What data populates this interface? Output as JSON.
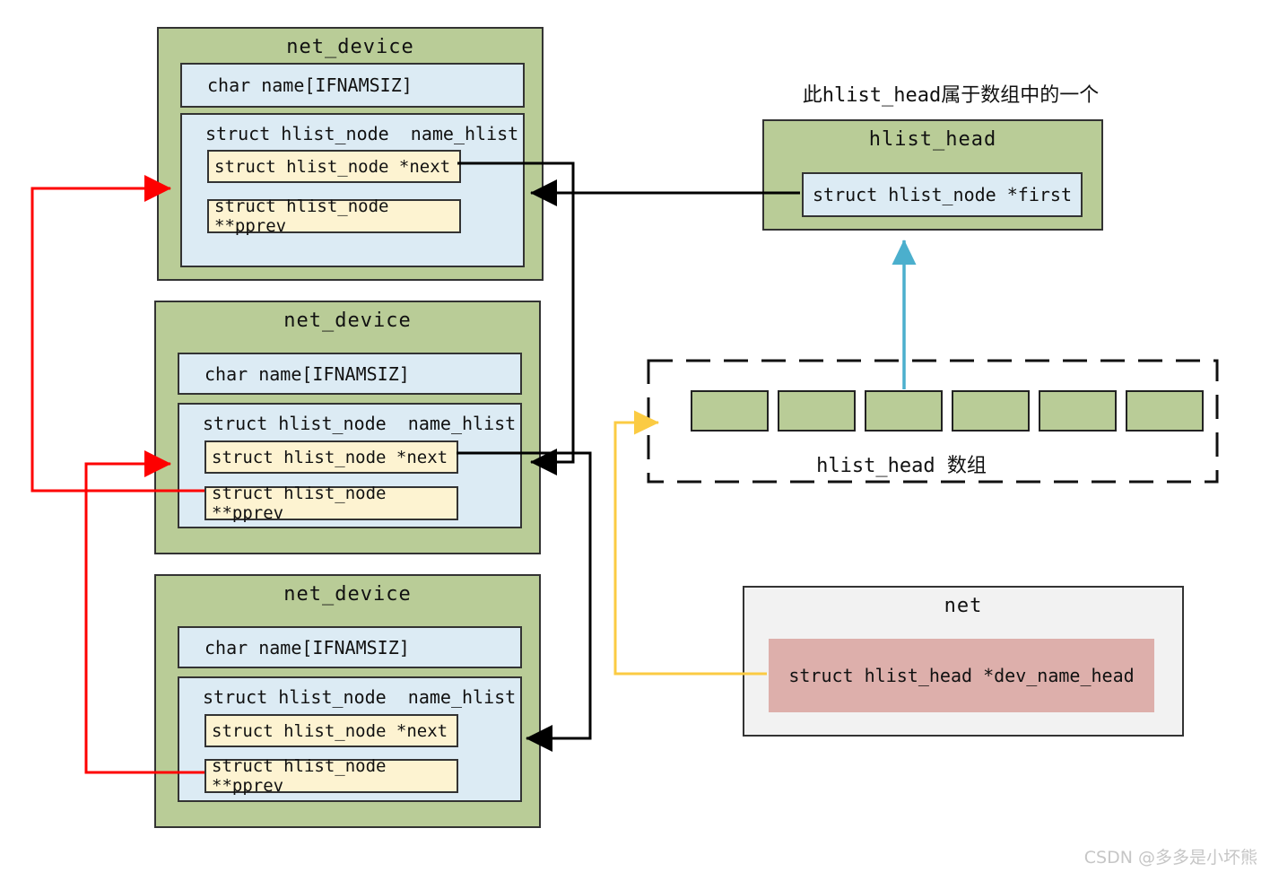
{
  "colors": {
    "green": "#b9cc97",
    "blue": "#dcebf4",
    "yellow": "#fdf3d1",
    "pink": "#ddafab",
    "gray": "#f2f2f2",
    "arrow-black": "#000000",
    "arrow-red": "#fe0000",
    "arrow-cyan": "#4bafcd",
    "arrow-yellow": "#fbcb43",
    "watermark": "#c6c6c6"
  },
  "devices": [
    {
      "title": "net_device",
      "name_field": "char name[IFNAMSIZ]",
      "hlist_heading": "struct hlist_node  name_hlist",
      "next_field": "struct hlist_node *next",
      "pprev_field": "struct hlist_node **pprev"
    },
    {
      "title": "net_device",
      "name_field": "char name[IFNAMSIZ]",
      "hlist_heading": "struct hlist_node  name_hlist",
      "next_field": "struct hlist_node *next",
      "pprev_field": "struct hlist_node **pprev"
    },
    {
      "title": "net_device",
      "name_field": "char name[IFNAMSIZ]",
      "hlist_heading": "struct hlist_node  name_hlist",
      "next_field": "struct hlist_node *next",
      "pprev_field": "struct hlist_node **pprev"
    }
  ],
  "hlist_head": {
    "caption": "此hlist_head属于数组中的一个",
    "title": "hlist_head",
    "first_field": "struct hlist_node *first"
  },
  "array": {
    "label": "hlist_head 数组",
    "cell_count": 6
  },
  "net": {
    "title": "net",
    "field": "struct hlist_head *dev_name_head"
  },
  "watermark": "CSDN @多多是小坏熊"
}
